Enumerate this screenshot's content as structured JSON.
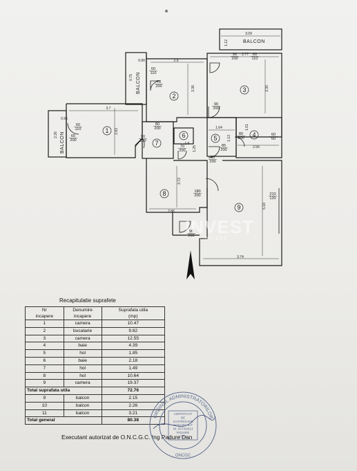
{
  "plan": {
    "rooms": [
      {
        "id": "1",
        "label": "1"
      },
      {
        "id": "2",
        "label": "2"
      },
      {
        "id": "3",
        "label": "3"
      },
      {
        "id": "4",
        "label": "4"
      },
      {
        "id": "5",
        "label": "5"
      },
      {
        "id": "6",
        "label": "6"
      },
      {
        "id": "7",
        "label": "7"
      },
      {
        "id": "8",
        "label": "8"
      },
      {
        "id": "9",
        "label": "9"
      }
    ],
    "balcony_label": "BALCON",
    "dimensions": {
      "top_balcony_w": "3.09",
      "top_balcony_h": "1.12",
      "balcony_left_w": "0.90",
      "balcony_left_h": "0.75",
      "room2_w": "2.9",
      "room2_h": "3.36",
      "room3_w": "2.77",
      "room3_h": "3.30",
      "room1_w": "3.7",
      "room1_h": "2.83",
      "balcony_west_w": "0.95",
      "balcony_west_h": "2.26",
      "room5_w": "1.64",
      "room5_h": "1.13",
      "room4_w": "2.56",
      "room4_h": "1.61",
      "room6_w": "1.6",
      "room6_h": "1.25",
      "room8_w": "2.86",
      "room8_h": "3.73",
      "room9_w": "3.74",
      "room9_h": "5.18"
    },
    "doors": {
      "d_top_balcony": "90\n200",
      "d_top_balcony_win": "60\n110",
      "d_bal_left_win": "60\n110",
      "d_bal_left_door": "70\n200",
      "d_room1_win": "60\n110",
      "d_room1_door": "65\n200",
      "d_room2": "80\n200",
      "d_room1_hall": "90\n200",
      "d_room3": "90\n200",
      "d_room4": "80\n200",
      "d_room4_win": "60\n60",
      "d_room6": "70\n200",
      "d_room5": "85\n200",
      "d_entrance": "85\n200",
      "d_room8": "180\n200",
      "d_room9_win": "210\n120",
      "d_room9": "90\n200"
    }
  },
  "watermark": {
    "brand": "INVEST",
    "sub": "IMOBILIARE"
  },
  "recap": {
    "title": "Recapitulatie suprafete",
    "headers": {
      "col1": [
        "Nr",
        "incapere"
      ],
      "col2": [
        "Denumire",
        "incapere"
      ],
      "col3": [
        "Suprafata utila",
        "(mp)"
      ]
    },
    "rows": [
      {
        "nr": "1",
        "name": "camera",
        "area": "10.47"
      },
      {
        "nr": "2",
        "name": "bucatarie",
        "area": "9.82"
      },
      {
        "nr": "3",
        "name": "camera",
        "area": "12.55"
      },
      {
        "nr": "4",
        "name": "baie",
        "area": "4.39"
      },
      {
        "nr": "5",
        "name": "hol",
        "area": "1.85"
      },
      {
        "nr": "6",
        "name": "baie",
        "area": "2.18"
      },
      {
        "nr": "7",
        "name": "hol",
        "area": "1.49"
      },
      {
        "nr": "8",
        "name": "hol",
        "area": "10.64"
      },
      {
        "nr": "9",
        "name": "camera",
        "area": "19.37"
      }
    ],
    "total_useful": {
      "label": "Total suprafata utila",
      "value": "72.76"
    },
    "balconies": [
      {
        "nr": "9",
        "name": "balcon",
        "area": "2.15"
      },
      {
        "nr": "10",
        "name": "balcon",
        "area": "2.26"
      },
      {
        "nr": "11",
        "name": "balcon",
        "area": "3.21"
      }
    ],
    "total_general": {
      "label": "Total general",
      "value": "80.38"
    }
  },
  "executant": "Executant autorizat de O.N.C.G.C. Ing Padure Dan",
  "stamp": {
    "ring": "ORDINUL ADMINISTRATORILOR",
    "center": [
      "CERTIFICAT",
      "DE",
      "AUTORIZARE",
      "Seria RO-B-F",
      "Nr. 0374/2014",
      "PADURE",
      "DAN"
    ],
    "bottom": "ONCGC",
    "signature": "Padure Dan"
  },
  "colors": {
    "paper": "#eeeeec",
    "ink": "#111111",
    "stamp": "#5a6a8c"
  }
}
